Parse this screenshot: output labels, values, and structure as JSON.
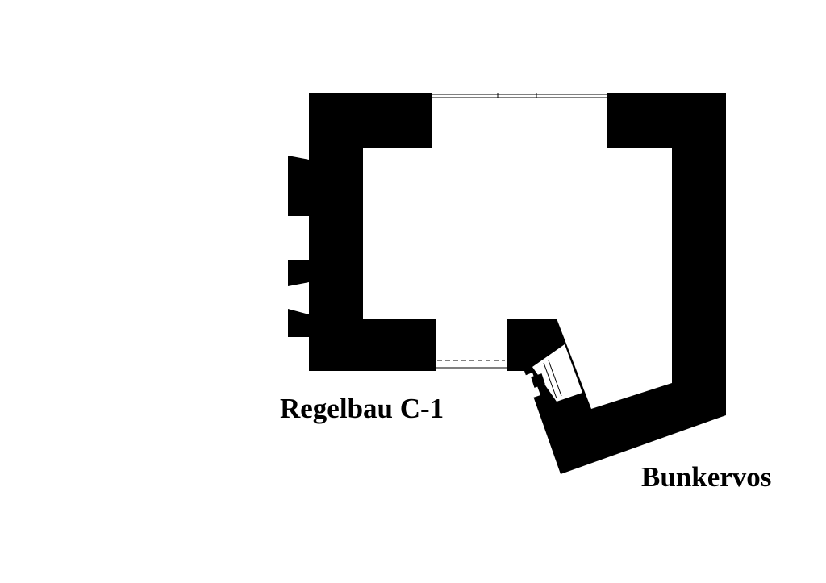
{
  "diagram": {
    "type": "floor-plan",
    "subject": "bunker",
    "labels": {
      "bunker_type": "Regelbau C-1",
      "credit": "Bunkervos"
    },
    "colors": {
      "background": "#ffffff",
      "wall": "#000000",
      "line": "#000000"
    }
  }
}
